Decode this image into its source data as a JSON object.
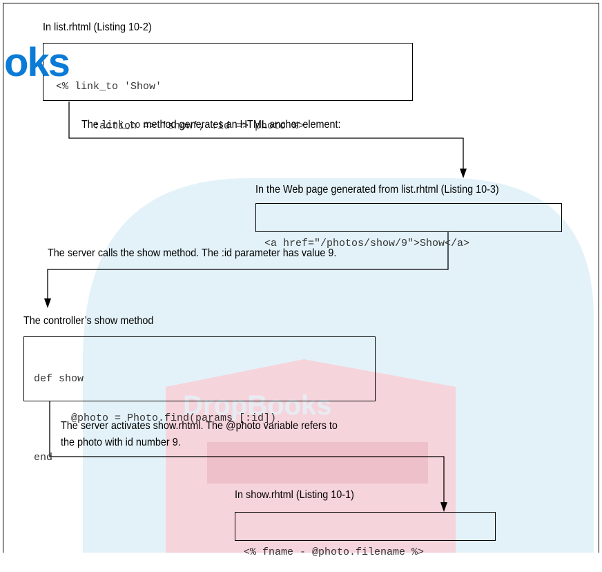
{
  "watermark": {
    "overlay_text": "oks",
    "book_text": "DropBooks",
    "colors": {
      "panel": "#e3f2f8",
      "book": "#f6d4dc",
      "blue": "#0a7bd6",
      "accent": "#e9b2bd"
    }
  },
  "steps": {
    "s1_label": "In list.rhtml (Listing 10-2)",
    "s1_code_line1": "<% link_to 'Show'",
    "s1_code_line2": "      :action => 'show', :id => photo %>",
    "s2_label_pre": "The ",
    "s2_label_code": "link_to",
    "s2_label_post": " method generates an HTML anchor element:",
    "s3_label": "In the Web page generated from list.rhtml (Listing 10-3)",
    "s3_code": "<a href=\"/photos/show/9\">Show</a>",
    "s4_label": "The server calls the show method. The :id parameter has value 9.",
    "s5_label": "The controller’s show method",
    "s5_code_line1": "def show",
    "s5_code_line2": "      @photo = Photo.find(params [:id])",
    "s5_code_line3": "end",
    "s6_label_line1": "The server activates show.rhtml. The @photo variable refers to",
    "s6_label_line2": "the photo with id number 9.",
    "s7_label": "In show.rhtml (Listing 10-1)",
    "s7_code": "<% fname - @photo.filename %>"
  }
}
